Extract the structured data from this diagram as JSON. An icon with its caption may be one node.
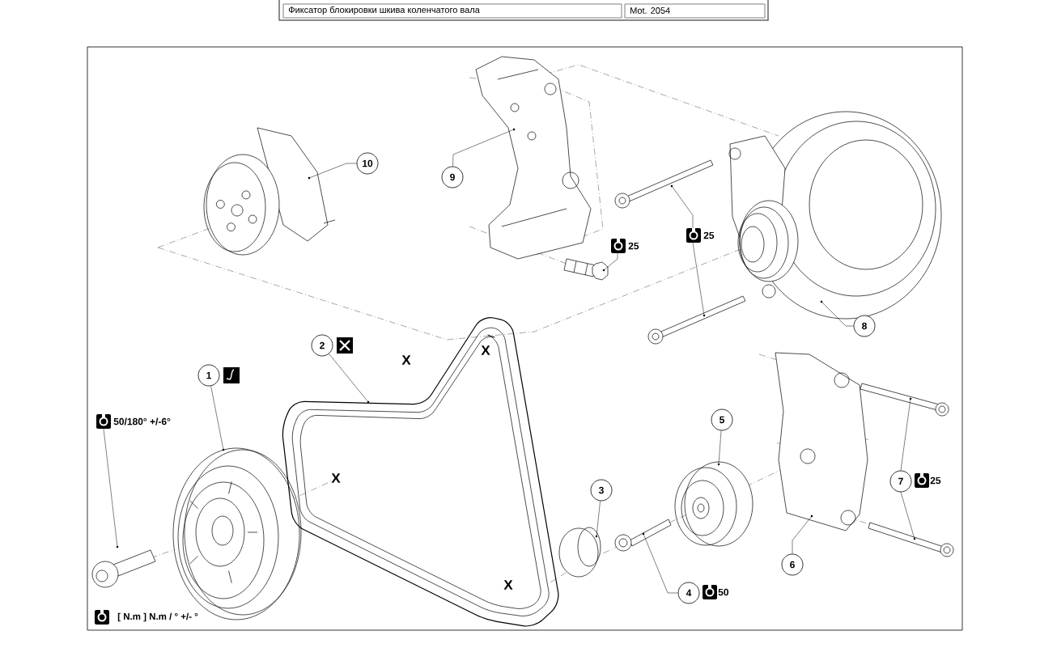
{
  "diagram": {
    "nodes": [
      {
        "text": [
          "1"
        ]
      },
      {
        "text": [
          "2"
        ]
      },
      {
        "text": [
          "3"
        ]
      },
      {
        "text": [
          "4"
        ],
        "beside": [
          "50"
        ]
      },
      {
        "text": [
          "5"
        ]
      },
      {
        "text": [
          "6"
        ]
      },
      {
        "text": [
          "7"
        ],
        "beside": [
          "25"
        ]
      },
      {
        "text": [
          "8"
        ]
      },
      {
        "text": [
          "9"
        ]
      },
      {
        "text": [
          "10"
        ]
      },
      {
        "text": [
          "50/180° +/-6°"
        ]
      },
      {
        "text": [
          "25"
        ]
      },
      {
        "text": [
          "25"
        ]
      },
      {
        "text": [],
        "shape": "picture"
      },
      {
        "text": [],
        "shape": "picture"
      },
      {
        "text": [],
        "shape": "picture"
      },
      {
        "text": [],
        "shape": "picture"
      },
      {
        "text": [],
        "shape": "picture"
      },
      {
        "text": [],
        "shape": "picture"
      },
      {
        "text": [],
        "shape": "picture"
      },
      {
        "text": [],
        "shape": "picture"
      },
      {
        "text": [],
        "shape": "picture"
      },
      {
        "text": [],
        "shape": "picture"
      },
      {
        "text": [],
        "shape": "picture"
      },
      {
        "text": [],
        "shape": "picture"
      },
      {
        "text": [],
        "shape": "picture"
      },
      {
        "text": [],
        "shape": "picture"
      },
      {
        "text": [],
        "shape": "picture"
      }
    ],
    "edges": [
      {
        "from": 0,
        "to": 13,
        "arrow": "none"
      },
      {
        "from": 1,
        "to": 14,
        "arrow": "none"
      },
      {
        "from": 2,
        "to": 15,
        "arrow": "none"
      },
      {
        "from": 3,
        "to": 16,
        "arrow": "none"
      },
      {
        "from": 4,
        "to": 17,
        "arrow": "none"
      },
      {
        "from": 5,
        "to": 18,
        "arrow": "none"
      },
      {
        "from": 6,
        "to": 19,
        "arrow": "none"
      },
      {
        "from": 6,
        "to": 20,
        "arrow": "none"
      },
      {
        "from": 7,
        "to": 21,
        "arrow": "none"
      },
      {
        "from": 8,
        "to": 22,
        "arrow": "none"
      },
      {
        "from": 9,
        "to": 23,
        "arrow": "none"
      },
      {
        "from": 10,
        "to": 24,
        "arrow": "none"
      },
      {
        "from": 11,
        "to": 25,
        "arrow": "none"
      },
      {
        "from": 12,
        "to": 26,
        "arrow": "none"
      },
      {
        "from": 12,
        "to": 27,
        "arrow": "none"
      }
    ],
    "labels": [
      "Фиксатор блокировки шкива коленчатого вала",
      "Mot. 2054",
      "X",
      "X",
      "X",
      "X",
      "[ N.m ] N.m / ° +/- °"
    ]
  }
}
